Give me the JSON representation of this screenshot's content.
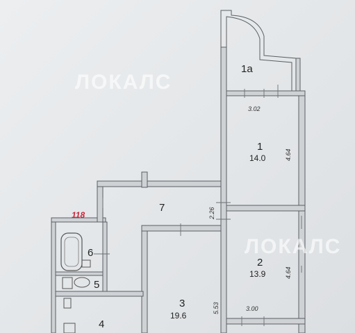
{
  "watermarks": [
    "ЛОКАЛС",
    "ЛОКАЛС"
  ],
  "flat_number": "118",
  "rooms": [
    {
      "id": "1a",
      "label": "1а",
      "area": ""
    },
    {
      "id": "1",
      "label": "1",
      "area": "14.0"
    },
    {
      "id": "2",
      "label": "2",
      "area": "13.9"
    },
    {
      "id": "3",
      "label": "3",
      "area": "19.6"
    },
    {
      "id": "4",
      "label": "4",
      "area": ""
    },
    {
      "id": "5",
      "label": "5",
      "area": ""
    },
    {
      "id": "6",
      "label": "6",
      "area": ""
    },
    {
      "id": "7",
      "label": "7",
      "area": ""
    }
  ],
  "dimensions": {
    "room1_width": "3.02",
    "room1_depth": "4.64",
    "room2_depth": "4.64",
    "room2_width": "3.00",
    "room7_width": "2.26",
    "room3_depth": "5.53"
  }
}
